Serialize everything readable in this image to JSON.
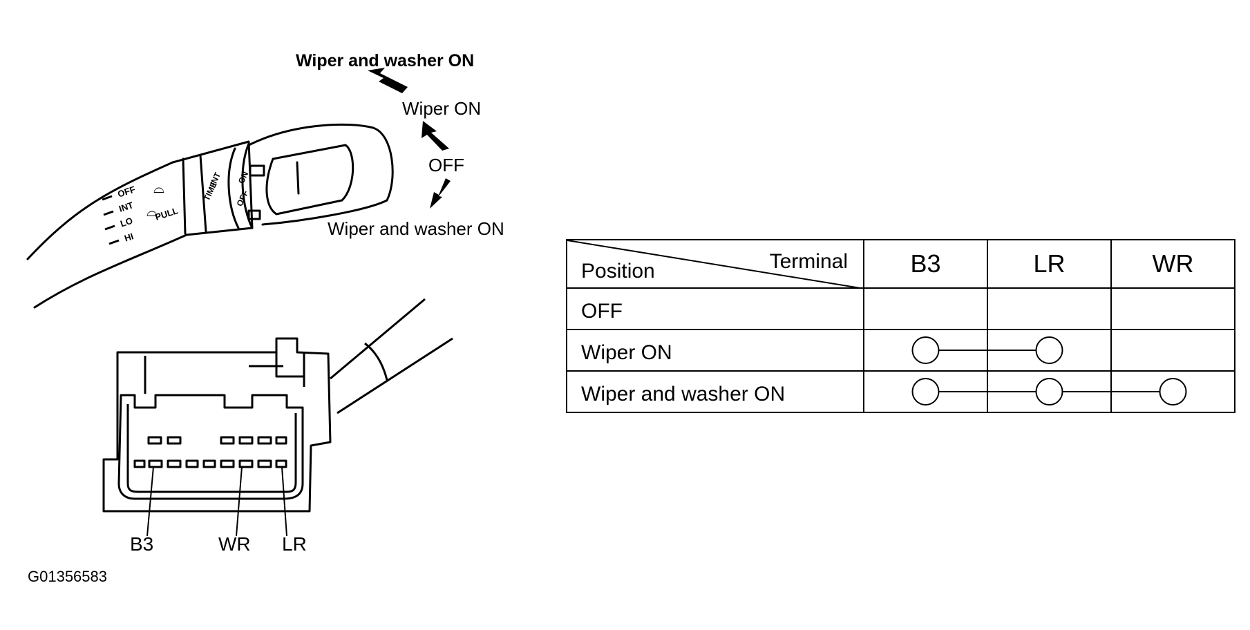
{
  "switch_labels": {
    "wiper_washer_on_top": "Wiper and washer ON",
    "wiper_on": "Wiper ON",
    "off": "OFF",
    "wiper_washer_on_bottom": "Wiper and washer ON"
  },
  "lever_markings": {
    "modes": [
      "OFF",
      "INT",
      "LO",
      "HI"
    ],
    "pull": "PULL",
    "int_time": [
      "INT",
      "TIME"
    ],
    "ring": [
      "ON",
      "OFF"
    ]
  },
  "connector_labels": [
    "B3",
    "WR",
    "LR"
  ],
  "figure_id": "G01356583",
  "table": {
    "header_position": "Position",
    "header_terminal": "Terminal",
    "terminals": [
      "B3",
      "LR",
      "WR"
    ],
    "rows": [
      {
        "position": "OFF",
        "connected": []
      },
      {
        "position": "Wiper ON",
        "connected": [
          "B3",
          "LR"
        ]
      },
      {
        "position": "Wiper and washer ON",
        "connected": [
          "B3",
          "LR",
          "WR"
        ]
      }
    ]
  }
}
